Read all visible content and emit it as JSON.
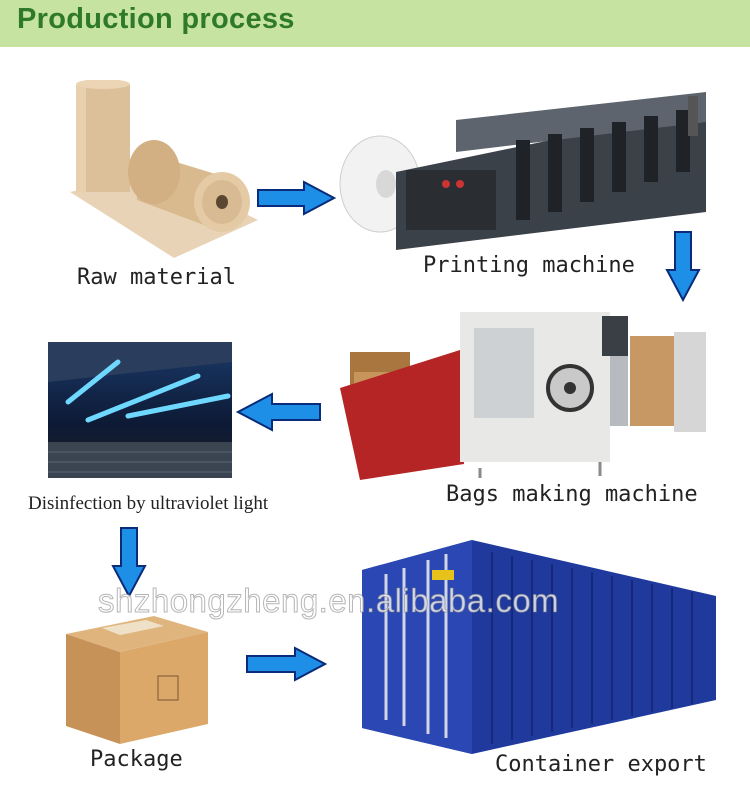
{
  "header": {
    "title": "Production process"
  },
  "steps": [
    {
      "label": "Raw material"
    },
    {
      "label": "Printing machine"
    },
    {
      "label": "Bags making machine"
    },
    {
      "label": "Disinfection by ultraviolet light"
    },
    {
      "label": "Package"
    },
    {
      "label": "Container export"
    }
  ],
  "watermark": "shzhongzheng.en.alibaba.com",
  "colors": {
    "header_bg": "#c7e3a1",
    "header_text": "#2f7a2a",
    "arrow_fill": "#1e8fe6",
    "arrow_stroke": "#0a2a7a"
  },
  "icons": [
    "arrow-right-icon",
    "arrow-down-icon",
    "arrow-left-icon"
  ]
}
